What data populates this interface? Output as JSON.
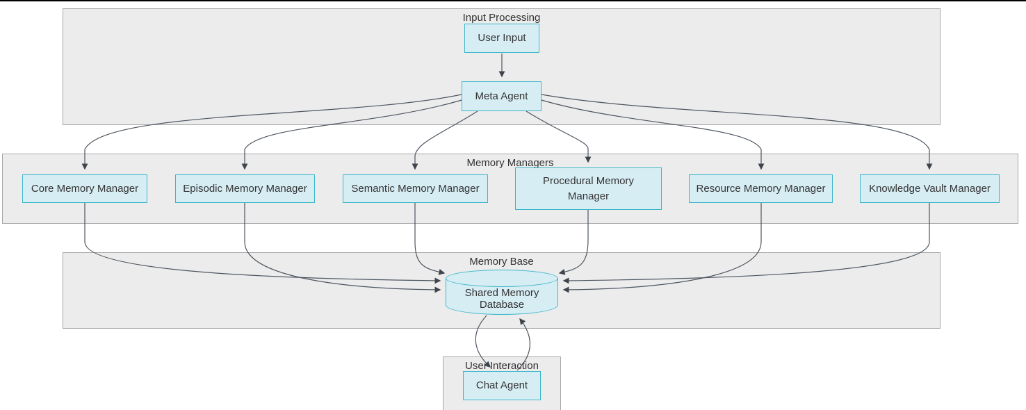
{
  "diagram": {
    "type": "flowchart",
    "clusters": {
      "input_processing": {
        "label": "Input Processing"
      },
      "memory_managers": {
        "label": "Memory Managers"
      },
      "memory_base": {
        "label": "Memory Base"
      },
      "user_interaction": {
        "label": "User Interaction"
      }
    },
    "nodes": {
      "user_input": {
        "label": "User Input",
        "shape": "rect"
      },
      "meta_agent": {
        "label": "Meta Agent",
        "shape": "rect"
      },
      "core_memory_manager": {
        "label": "Core Memory Manager",
        "shape": "rect"
      },
      "episodic_memory_manager": {
        "label": "Episodic Memory Manager",
        "shape": "rect"
      },
      "semantic_memory_manager": {
        "label": "Semantic Memory Manager",
        "shape": "rect"
      },
      "procedural_memory_manager": {
        "label": "Procedural Memory Manager",
        "shape": "rect"
      },
      "resource_memory_manager": {
        "label": "Resource Memory Manager",
        "shape": "rect"
      },
      "knowledge_vault_manager": {
        "label": "Knowledge Vault Manager",
        "shape": "rect"
      },
      "shared_memory_database": {
        "label": "Shared Memory Database",
        "shape": "cylinder"
      },
      "chat_agent": {
        "label": "Chat Agent",
        "shape": "rect"
      }
    },
    "edges": [
      {
        "from": "user_input",
        "to": "meta_agent"
      },
      {
        "from": "meta_agent",
        "to": "core_memory_manager"
      },
      {
        "from": "meta_agent",
        "to": "episodic_memory_manager"
      },
      {
        "from": "meta_agent",
        "to": "semantic_memory_manager"
      },
      {
        "from": "meta_agent",
        "to": "procedural_memory_manager"
      },
      {
        "from": "meta_agent",
        "to": "resource_memory_manager"
      },
      {
        "from": "meta_agent",
        "to": "knowledge_vault_manager"
      },
      {
        "from": "core_memory_manager",
        "to": "shared_memory_database"
      },
      {
        "from": "episodic_memory_manager",
        "to": "shared_memory_database"
      },
      {
        "from": "semantic_memory_manager",
        "to": "shared_memory_database"
      },
      {
        "from": "procedural_memory_manager",
        "to": "shared_memory_database"
      },
      {
        "from": "resource_memory_manager",
        "to": "shared_memory_database"
      },
      {
        "from": "knowledge_vault_manager",
        "to": "shared_memory_database"
      },
      {
        "from": "shared_memory_database",
        "to": "chat_agent"
      },
      {
        "from": "chat_agent",
        "to": "shared_memory_database"
      }
    ],
    "colors": {
      "node_fill": "#d7edf4",
      "node_border": "#3bb6c9",
      "cluster_fill": "#ececec",
      "cluster_border": "#a6a6a6",
      "edge": "#454c54",
      "text": "#333333",
      "top_bar": "#000000"
    }
  }
}
